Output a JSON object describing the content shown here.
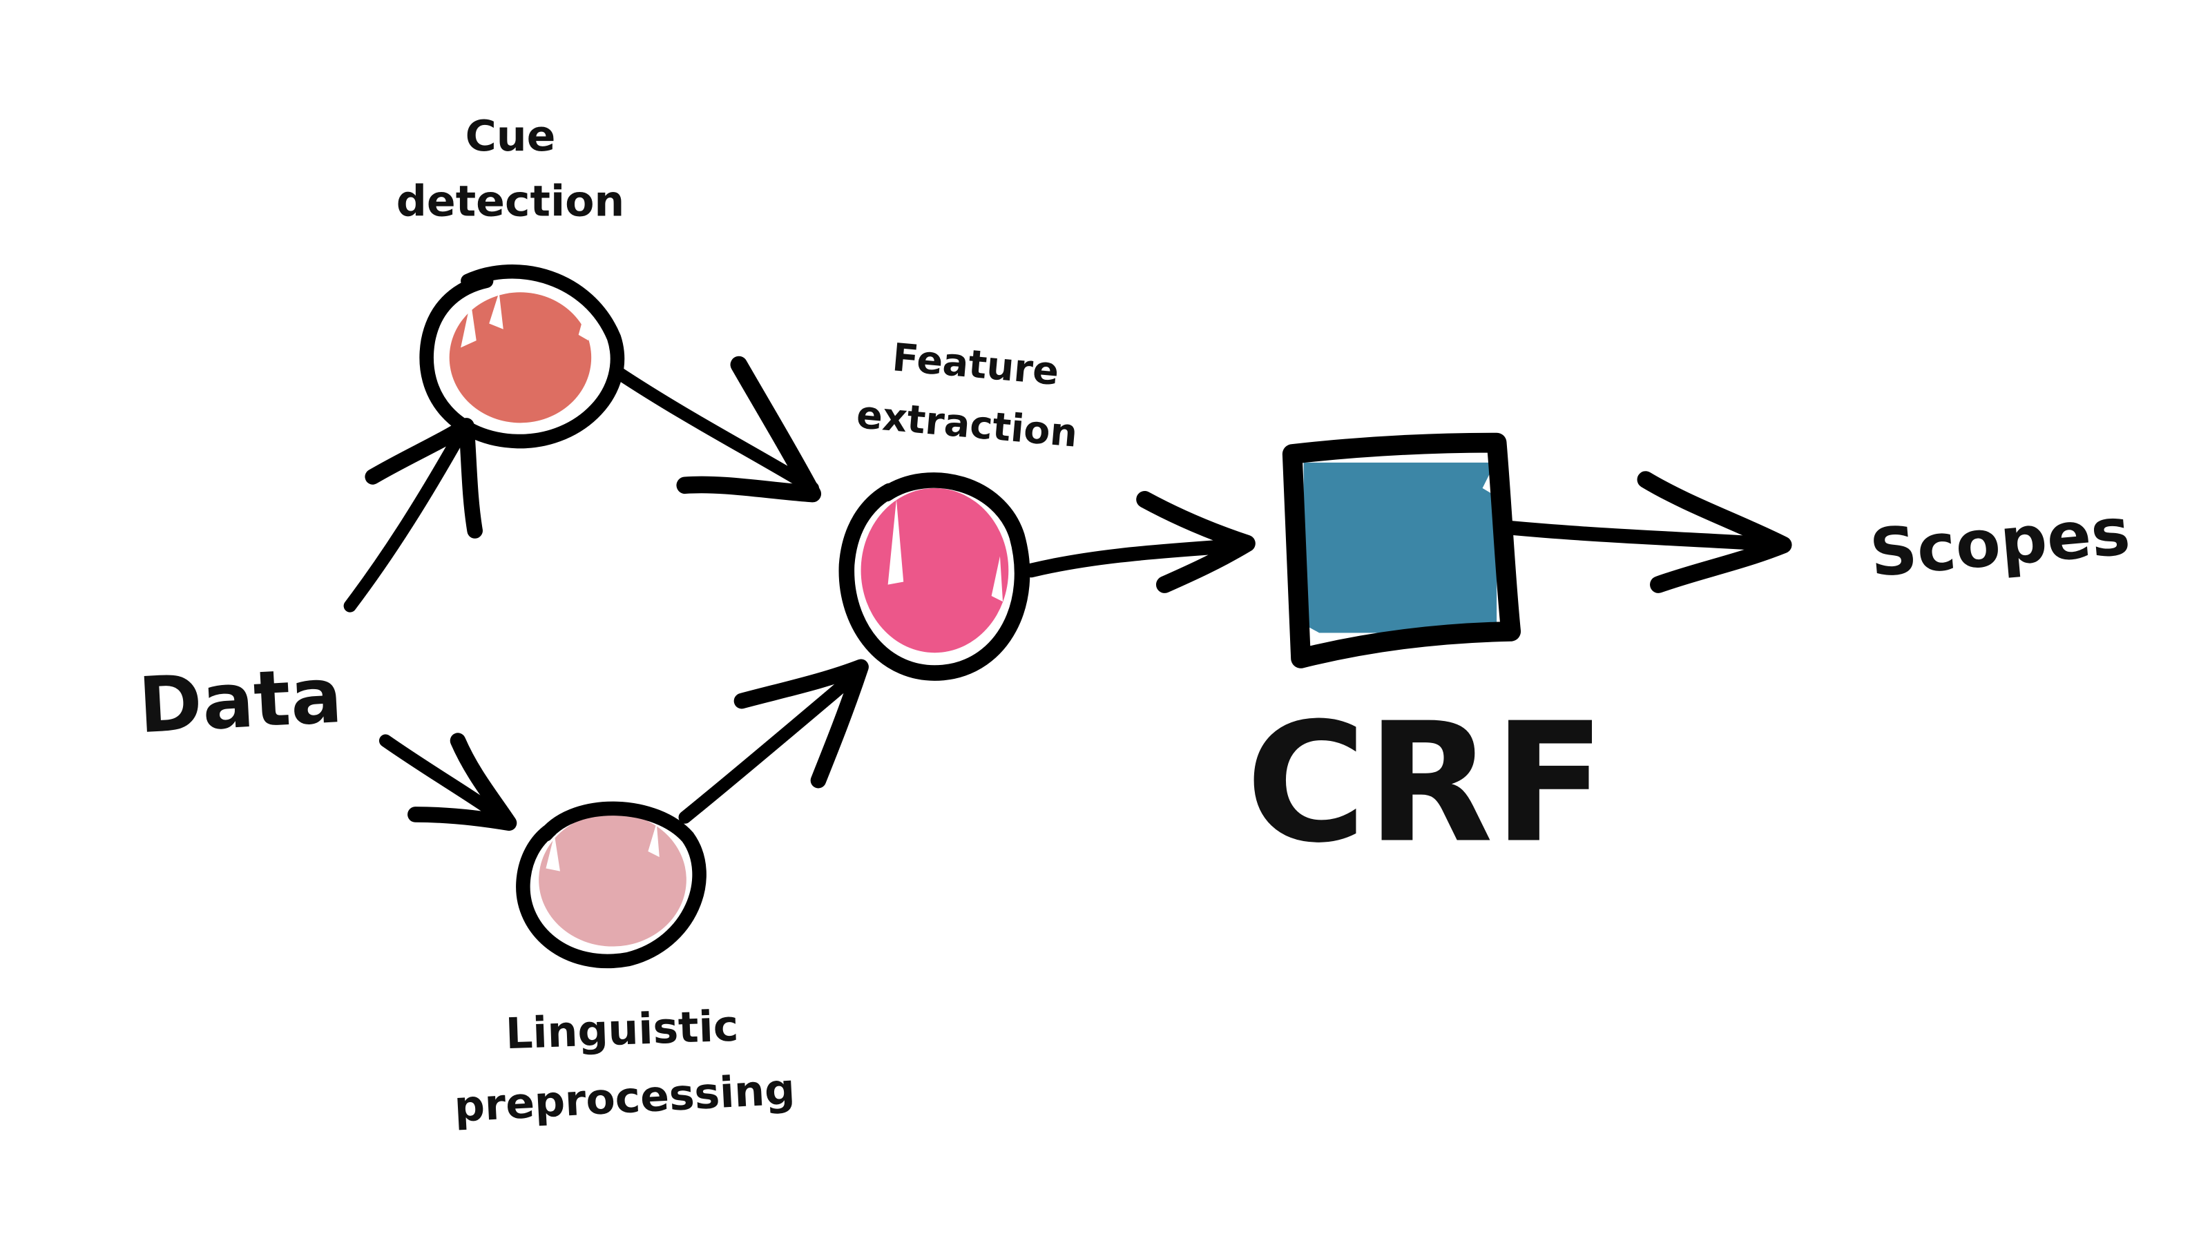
{
  "diagram": {
    "nodes": {
      "data": {
        "label": "Data"
      },
      "cue_detection": {
        "line1": "Cue",
        "line2": "detection",
        "fill": "#DD6E62"
      },
      "linguistic_preprocessing": {
        "line1": "Linguistic",
        "line2": "preprocessing",
        "fill": "#E3AAAF"
      },
      "feature_extraction": {
        "line1": "Feature",
        "line2": "extraction",
        "fill": "#EC578A"
      },
      "crf": {
        "label": "CRF",
        "fill": "#3C86A6"
      },
      "scopes": {
        "label": "Scopes"
      }
    },
    "edges": [
      {
        "from": "Data",
        "to": "Cue detection"
      },
      {
        "from": "Data",
        "to": "Linguistic preprocessing"
      },
      {
        "from": "Cue detection",
        "to": "Feature extraction"
      },
      {
        "from": "Linguistic preprocessing",
        "to": "Feature extraction"
      },
      {
        "from": "Feature extraction",
        "to": "CRF"
      },
      {
        "from": "CRF",
        "to": "Scopes"
      }
    ],
    "colors": {
      "stroke": "#000000",
      "text": "#111111",
      "background": "#FFFFFF"
    }
  }
}
